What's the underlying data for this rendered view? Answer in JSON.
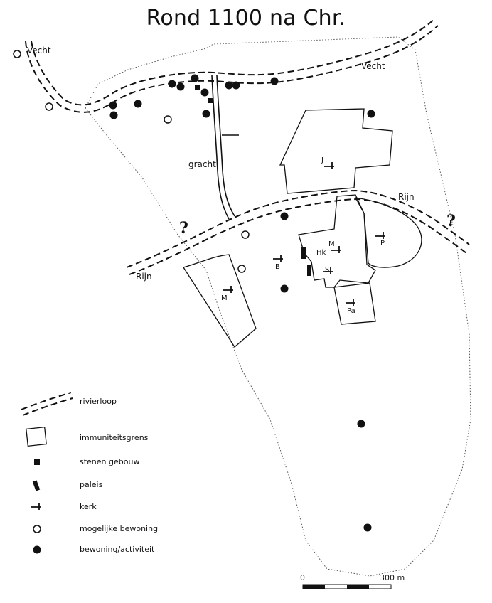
{
  "title": "Rond 1100 na Chr.",
  "labels": {
    "vecht_left": "Vecht",
    "vecht_right": "Vecht",
    "rijn_left": "Rijn",
    "rijn_right": "Rijn",
    "gracht": "gracht",
    "question_left": "?",
    "question_right": "?"
  },
  "churches": {
    "j": "J",
    "p": "P",
    "m_center": "M",
    "hk": "Hk",
    "s": "S",
    "b": "B",
    "pa": "Pa",
    "m_left": "M"
  },
  "legend": [
    {
      "symbol": "river",
      "label": "rivierloop"
    },
    {
      "symbol": "immunity-boundary",
      "label": "immuniteitsgrens"
    },
    {
      "symbol": "stone-building",
      "label": "stenen gebouw"
    },
    {
      "symbol": "palace",
      "label": "paleis"
    },
    {
      "symbol": "church",
      "label": "kerk"
    },
    {
      "symbol": "possible-habitation",
      "label": "mogelijke bewoning"
    },
    {
      "symbol": "habitation-activity",
      "label": "bewoning/activiteit"
    }
  ],
  "scale": {
    "start": "0",
    "end": "300 m"
  }
}
